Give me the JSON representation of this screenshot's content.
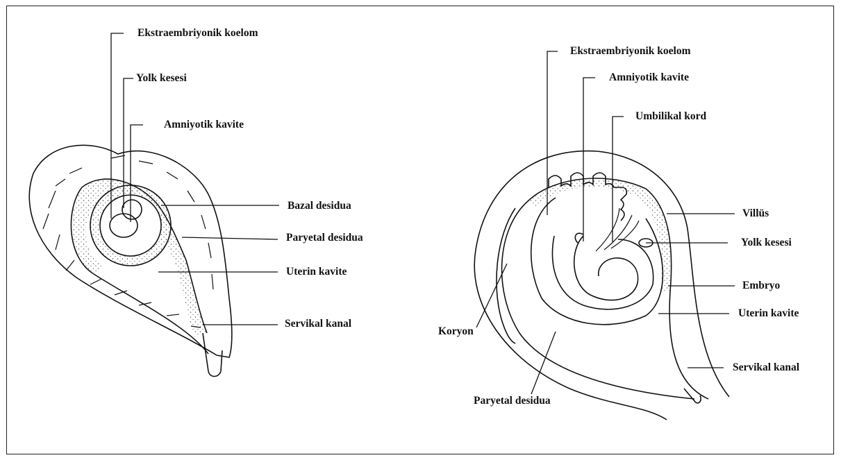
{
  "left_figure": {
    "labels": {
      "ekstraembriyonik_koelom": "Ekstraembriyonik koelom",
      "yolk_kesesi": "Yolk kesesi",
      "amniyotik_kavite": "Amniyotik kavite",
      "bazal_desidua": "Bazal desidua",
      "paryetal_desidua": "Paryetal desidua",
      "uterin_kavite": "Uterin kavite",
      "servikal_kanal": "Servikal kanal"
    }
  },
  "right_figure": {
    "labels": {
      "ekstraembriyonik_koelom": "Ekstraembriyonik koelom",
      "amniyotik_kavite": "Amniyotik kavite",
      "umbilikal_kord": "Umbilikal kord",
      "villus": "Villüs",
      "yolk_kesesi": "Yolk kesesi",
      "embryo": "Embryo",
      "uterin_kavite": "Uterin kavite",
      "servikal_kanal": "Servikal kanal",
      "koryon": "Koryon",
      "paryetal_desidua": "Paryetal desidua"
    }
  },
  "colors": {
    "ink": "#111111",
    "stipple": "#555555",
    "background": "#ffffff"
  }
}
